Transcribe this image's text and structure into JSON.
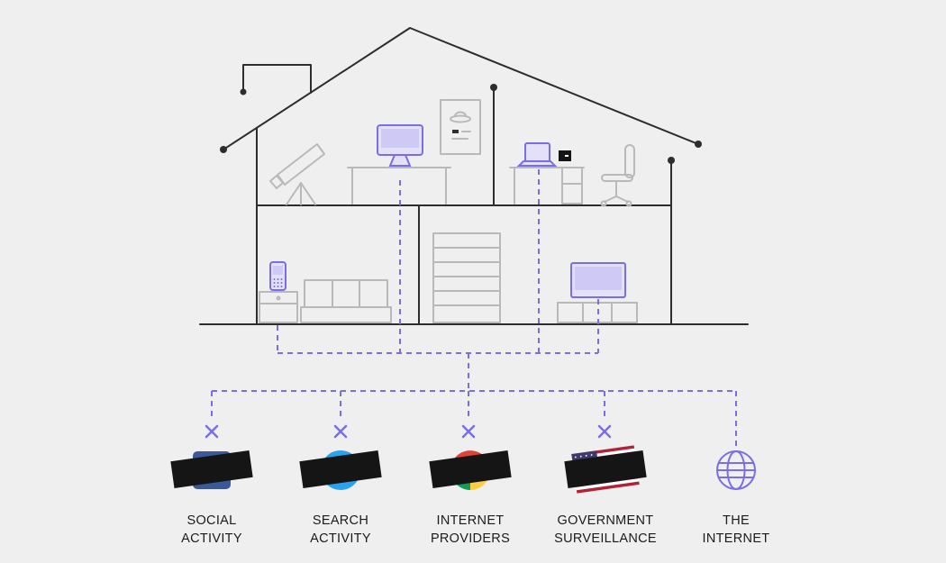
{
  "meta": {
    "description": "Cross-section house illustration: home devices connected by dashed lines; links to trackers are blocked (x), only The Internet is reached"
  },
  "colors": {
    "background": "#f0eff0",
    "accent": "#7a6ee8",
    "house": "#2d2d2d",
    "furniture": "#b9b9b9",
    "device-fill": "#e4e0f9",
    "device-screen": "#cfc9f5",
    "censor": "#151515",
    "facebook": "#3b5998",
    "twitter": "#2aa3ef",
    "chrome-red": "#db4437",
    "chrome-yellow": "#ffcd40",
    "chrome-green": "#0f9d58",
    "chrome-blue": "#4285f4",
    "chrome-white": "#ffffff",
    "flag-red": "#b22234",
    "flag-white": "#ffffff",
    "flag-navy": "#3c3b6e",
    "label": "#1b1b1b"
  },
  "icons": {
    "house": [
      "telescope-icon",
      "desk-icon",
      "desktop-computer-icon",
      "ufo-poster-icon",
      "laptop-icon",
      "external-drive-icon",
      "office-chair-icon",
      "nightstand-icon",
      "mobile-phone-icon",
      "bed-icon",
      "shelf-icon",
      "television-icon",
      "tv-stand-icon"
    ],
    "endpoints": [
      "facebook-censored-icon",
      "twitter-censored-icon",
      "chrome-censored-icon",
      "flag-censored-icon",
      "globe-icon"
    ],
    "blocked_marker": "blocked-x-icon"
  },
  "endpoints": [
    {
      "id": "social-activity",
      "label_line1": "SOCIAL",
      "label_line2": "ACTIVITY",
      "icon": "facebook-censored-icon",
      "blocked": true
    },
    {
      "id": "search-activity",
      "label_line1": "SEARCH",
      "label_line2": "ACTIVITY",
      "icon": "twitter-censored-icon",
      "blocked": true
    },
    {
      "id": "internet-providers",
      "label_line1": "INTERNET",
      "label_line2": "PROVIDERS",
      "icon": "chrome-censored-icon",
      "blocked": true
    },
    {
      "id": "government-surveillance",
      "label_line1": "GOVERNMENT",
      "label_line2": "SURVEILLANCE",
      "icon": "flag-censored-icon",
      "blocked": true
    },
    {
      "id": "the-internet",
      "label_line1": "THE",
      "label_line2": "INTERNET",
      "icon": "globe-icon",
      "blocked": false
    }
  ]
}
